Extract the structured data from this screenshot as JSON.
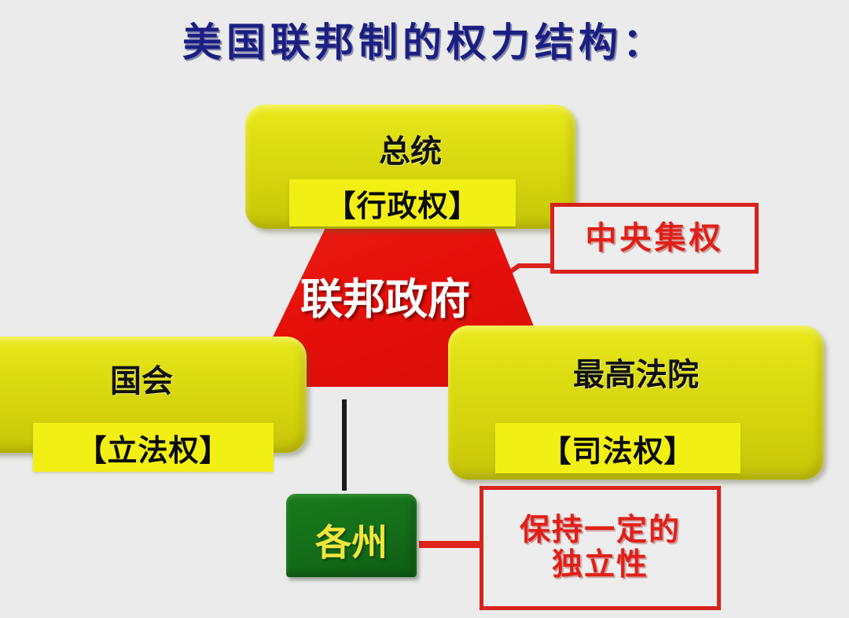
{
  "page": {
    "title": "美国联邦制的权力结构：",
    "background_color": "#ebebeb",
    "title_color": "#1b1f82"
  },
  "diagram": {
    "type": "hierarchy",
    "center": {
      "label": "联邦政府",
      "shape": "trapezoid",
      "color": "#e4120c",
      "text_color": "#ffffff"
    },
    "branches": [
      {
        "id": "president",
        "title": "总统",
        "power": "【行政权】",
        "color": "#dcdc12",
        "plate_color": "#f2ef14",
        "position": "top"
      },
      {
        "id": "congress",
        "title": "国会",
        "power": "【立法权】",
        "color": "#dcdc12",
        "plate_color": "#f2ef14",
        "position": "left"
      },
      {
        "id": "supreme-court",
        "title": "最高法院",
        "power": "【司法权】",
        "color": "#dcdc12",
        "plate_color": "#f2ef14",
        "position": "right"
      }
    ],
    "states": {
      "label": "各州",
      "color": "#157018",
      "text_color": "#f2e63c"
    },
    "annotations": [
      {
        "id": "central-power",
        "text": "中央集权",
        "color": "#e02018",
        "target": "联邦政府"
      },
      {
        "id": "independence",
        "line1": "保持一定的",
        "line2": "独立性",
        "color": "#e02018",
        "target": "各州"
      }
    ]
  }
}
